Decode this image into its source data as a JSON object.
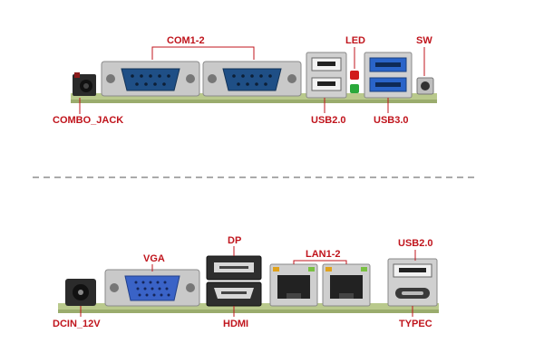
{
  "top_panel": {
    "labels": {
      "com": "COM1-2",
      "led": "LED",
      "sw": "SW",
      "combo_jack": "COMBO_JACK",
      "usb2": "USB2.0",
      "usb3": "USB3.0"
    }
  },
  "bottom_panel": {
    "labels": {
      "vga": "VGA",
      "dp": "DP",
      "lan": "LAN1-2",
      "usb2": "USB2.0",
      "dcin": "DCIN_12V",
      "hdmi": "HDMI",
      "typec": "TYPEC"
    }
  },
  "colors": {
    "label": "#c0141c",
    "leader": "#c0141c",
    "pcb": "#b9c98c",
    "metal": "#c9c9c9",
    "serial_blue": "#1f4f86",
    "vga_blue": "#3a63c7",
    "usb3_blue": "#2a64c9",
    "dashed": "#555555"
  }
}
